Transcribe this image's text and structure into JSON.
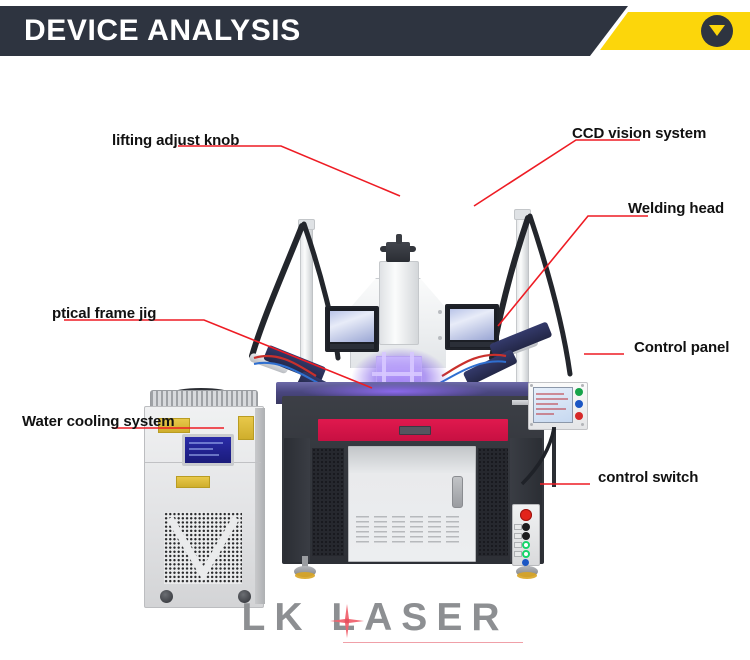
{
  "header": {
    "title": "DEVICE ANALYSIS",
    "dark_color": "#2e3440",
    "accent_color": "#fcd60b",
    "badge_icon": "triangle-down-icon"
  },
  "callouts": [
    {
      "id": "lifting-adjust-knob",
      "label": "lifting adjust  knob",
      "side": "left"
    },
    {
      "id": "optical-frame-jig",
      "label": "ptical frame jig",
      "side": "left"
    },
    {
      "id": "water-cooling-system",
      "label": "Water cooling system",
      "side": "left"
    },
    {
      "id": "ccd-vision-system",
      "label": "CCD vision system",
      "side": "right"
    },
    {
      "id": "welding-head",
      "label": "Welding head",
      "side": "right"
    },
    {
      "id": "control-panel",
      "label": "Control panel",
      "side": "right"
    },
    {
      "id": "control-switch",
      "label": "control switch",
      "side": "right"
    }
  ],
  "leader_color": "#ee1c24",
  "watermark": {
    "text": "LK  LASER",
    "color": "#8d8f92",
    "accent_color": "#f0636f"
  },
  "machine": {
    "name": "laser-welding-machine",
    "parts": [
      "water-chiller",
      "worktable",
      "base-cabinet",
      "gantry-columns",
      "dual-ccd-monitors",
      "welding-heads",
      "control-panel",
      "control-switch-box"
    ],
    "colors": {
      "cabinet": "#34373d",
      "accent_band": "#d4144a",
      "work_glow": "#8c5cff",
      "chiller": "#e6e7e9",
      "estop": "#e2231a",
      "indicator_green": "#17d46a",
      "indicator_blue": "#1b56c4"
    }
  }
}
